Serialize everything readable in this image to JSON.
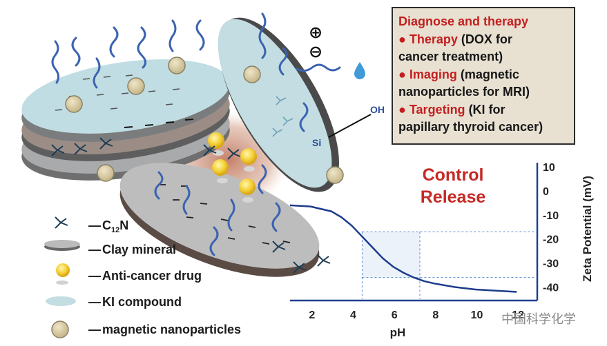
{
  "info_box": {
    "title": "Diagnose and therapy",
    "items": [
      {
        "bullet": "●",
        "label": "Therapy",
        "rest": " (DOX for",
        "cont": "cancer treatment)"
      },
      {
        "bullet": "●",
        "label": "Imaging",
        "rest": " (magnetic",
        "cont": "nanoparticles for MRI)"
      },
      {
        "bullet": "●",
        "label": "Targeting",
        "rest": " (KI for",
        "cont": "papillary thyroid cancer)"
      }
    ]
  },
  "control_release": {
    "line1": "Control",
    "line2": "Release"
  },
  "diagram_labels": {
    "charge_plus": "⊕",
    "charge_minus": "⊖",
    "oh": "OH",
    "si": "Si"
  },
  "legend": [
    {
      "dash": "—",
      "text": "C",
      "sub": "12",
      "text2": "N",
      "icon": "c12n-molecule-icon"
    },
    {
      "dash": "—",
      "text": "Clay mineral",
      "icon": "clay-mineral-icon"
    },
    {
      "dash": "—",
      "text": "Anti-cancer drug",
      "icon": "anti-cancer-drug-icon"
    },
    {
      "dash": "—",
      "text": "KI compound",
      "icon": "ki-compound-icon"
    },
    {
      "dash": "—",
      "text": "magnetic nanoparticles",
      "icon": "magnetic-nanoparticle-icon"
    }
  ],
  "chart_data": {
    "type": "line",
    "xlabel": "pH",
    "ylabel": "Zeta Potential (mV)",
    "x_ticks": [
      "2",
      "4",
      "6",
      "8",
      "10",
      "12"
    ],
    "y_ticks": [
      "10",
      "0",
      "-10",
      "-20",
      "-30",
      "-40"
    ],
    "xlim": [
      1,
      13
    ],
    "ylim": [
      -45,
      10
    ],
    "series": [
      {
        "x": [
          1.0,
          2.0,
          3.0,
          3.5,
          4.0,
          4.5,
          5.0,
          5.5,
          6.0,
          6.5,
          7.0,
          7.5,
          8.0,
          9.0,
          10.0,
          11.0,
          12.0
        ],
        "y": [
          -6,
          -6.5,
          -8.5,
          -11,
          -14.5,
          -19,
          -23.5,
          -28,
          -31.5,
          -34,
          -36,
          -37.5,
          -38.5,
          -40,
          -41,
          -41.5,
          -42
        ]
      }
    ],
    "highlight": {
      "x_range": [
        4.5,
        7.3
      ],
      "y_values": [
        -17,
        -36
      ]
    }
  },
  "watermark": "中国科学化学",
  "colors": {
    "accent_red": "#c31f1f",
    "axis_blue": "#1f3f8f",
    "curve": "#1d3b8c",
    "info_bg": "#e8e1d2"
  }
}
